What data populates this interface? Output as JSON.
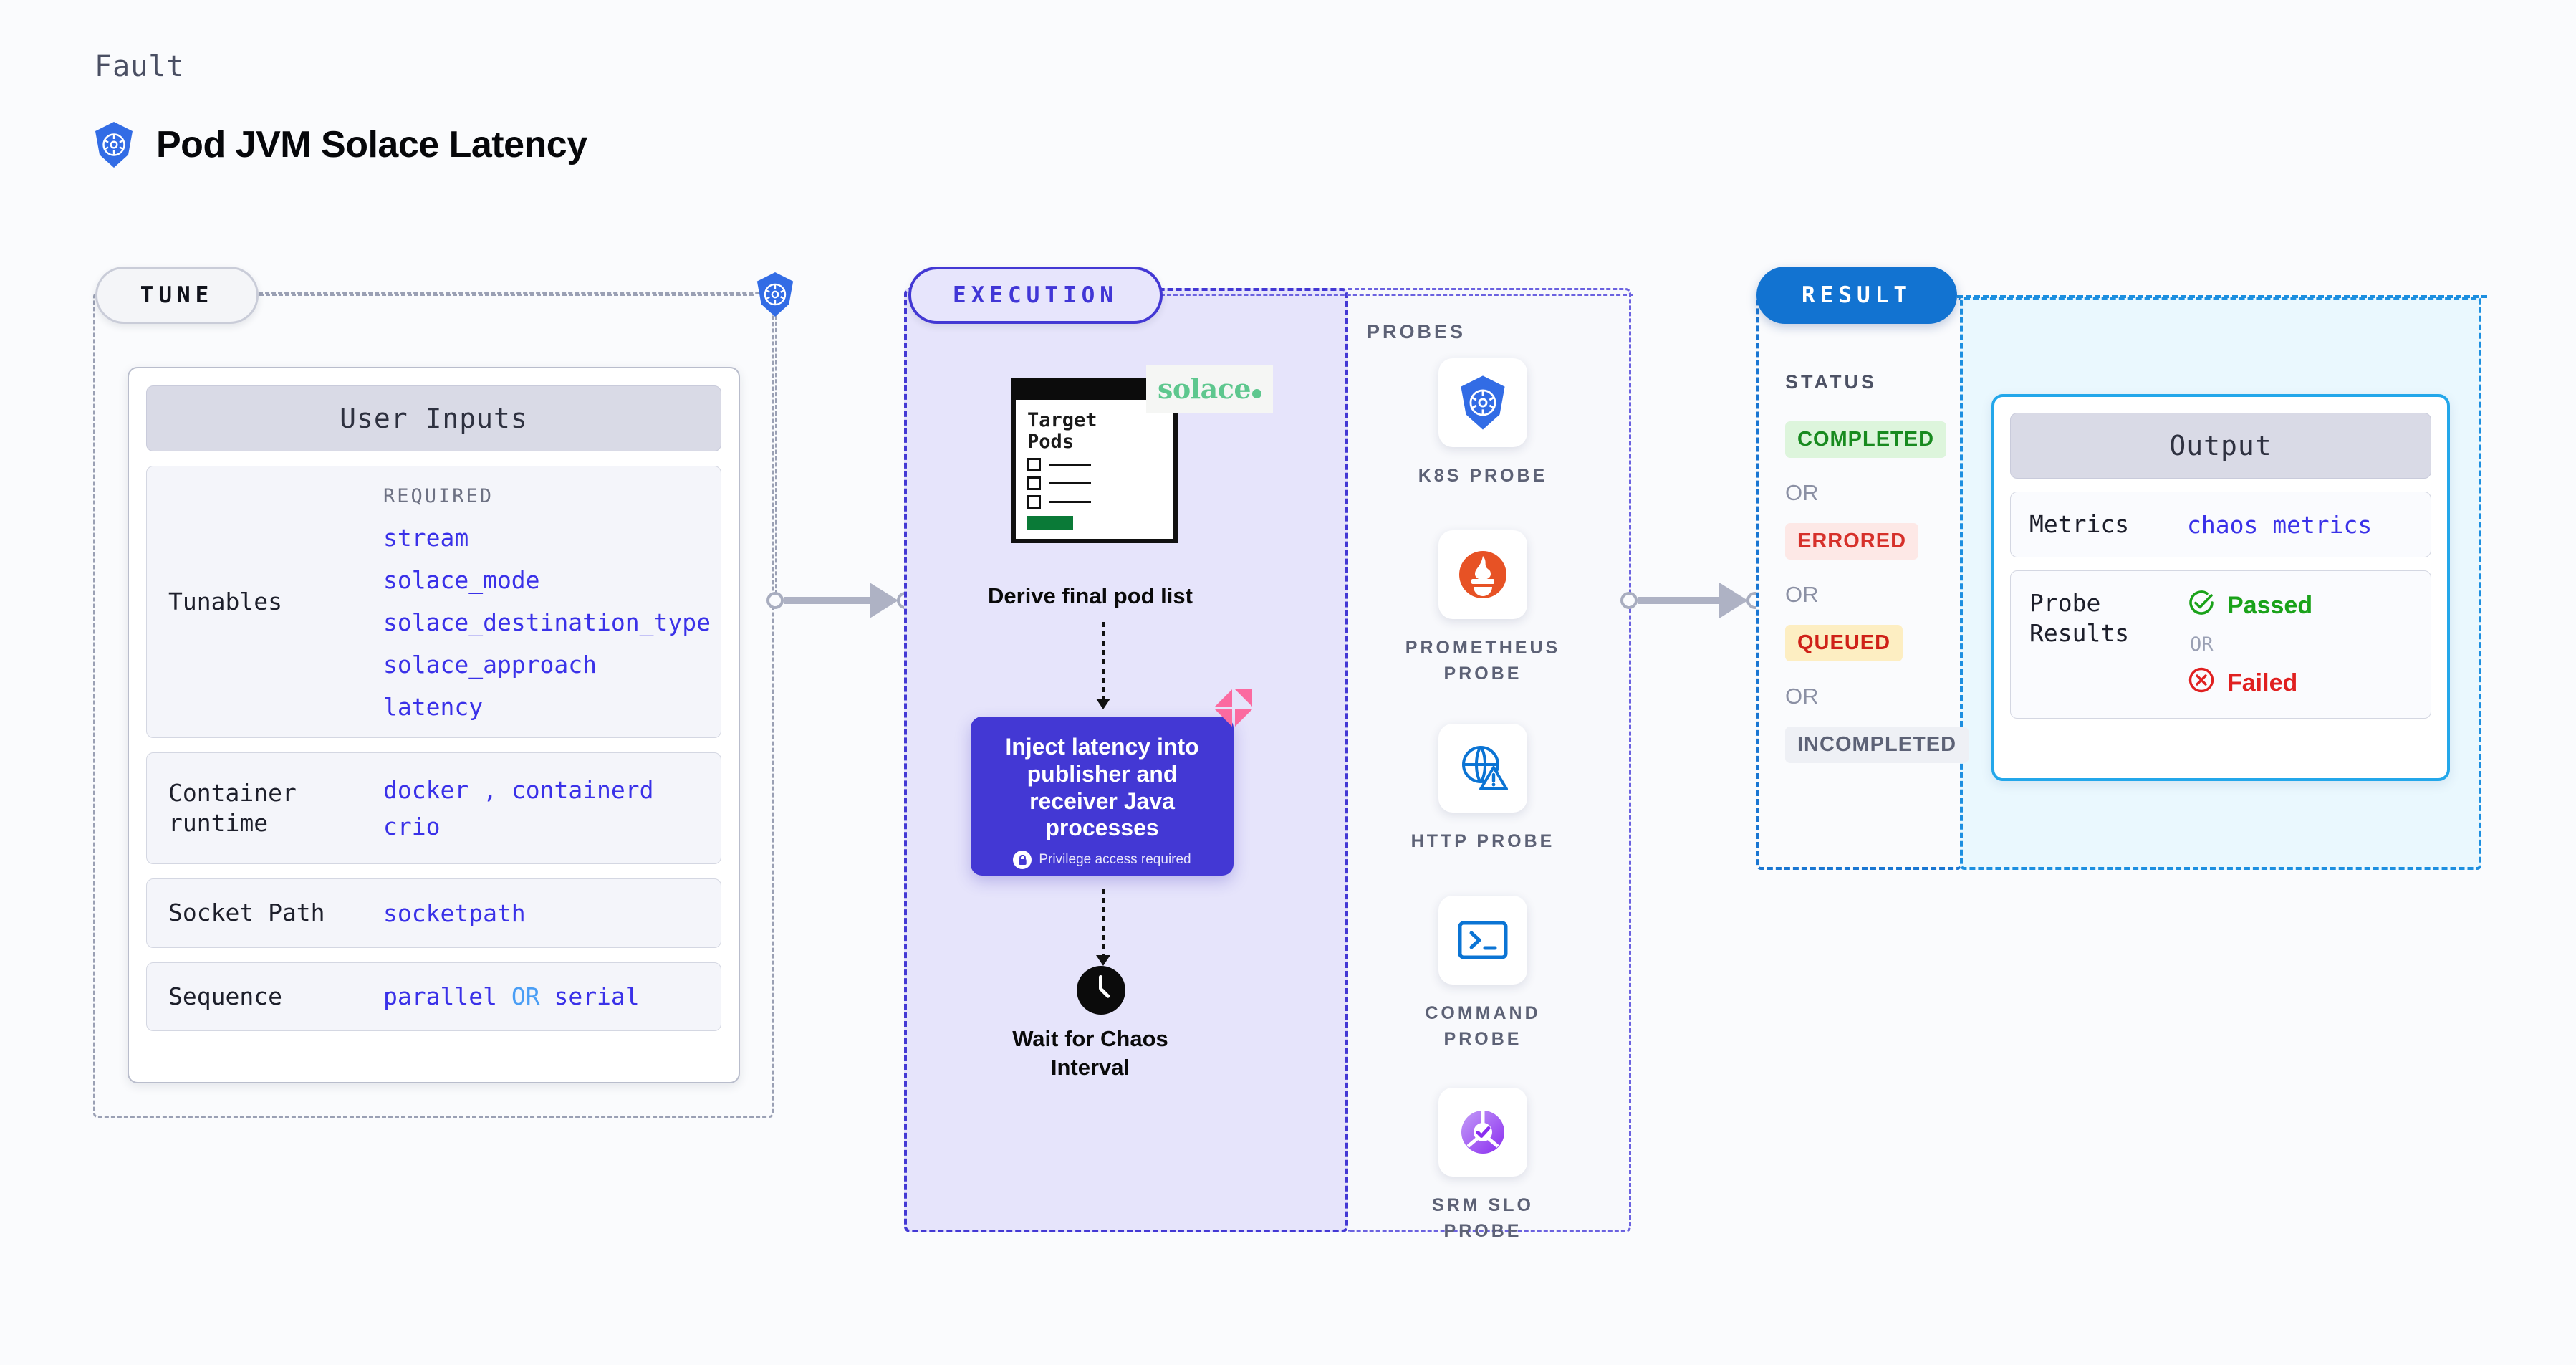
{
  "header": {
    "kicker": "Fault",
    "title": "Pod JVM Solace Latency",
    "logo_icon": "kubernetes-icon"
  },
  "tune": {
    "pill_label": "TUNE",
    "card_title": "User Inputs",
    "rows": [
      {
        "label": "Tunables",
        "required_header": "REQUIRED",
        "values": [
          "stream",
          "solace_mode",
          "solace_destination_type",
          "solace_approach",
          "latency"
        ]
      },
      {
        "label": "Container runtime",
        "values": [
          "docker",
          "containerd",
          "crio"
        ],
        "separator": ","
      },
      {
        "label": "Socket Path",
        "values": [
          "socketpath"
        ]
      },
      {
        "label": "Sequence",
        "values": [
          "parallel",
          "serial"
        ],
        "separator": "OR"
      }
    ]
  },
  "execution": {
    "pill_label": "EXECUTION",
    "pods_doc": {
      "title_line1": "Target",
      "title_line2": "Pods",
      "vendor_logo": "solace"
    },
    "derive_caption": "Derive final pod list",
    "inject_card": {
      "text": "Inject latency into publisher and receiver Java processes",
      "privilege_note": "Privilege access required",
      "lock_icon": "lock-icon",
      "corner_icon": "chaos-corner-icon"
    },
    "wait_caption": "Wait for Chaos Interval",
    "clock_icon": "clock-icon"
  },
  "probes": {
    "title": "PROBES",
    "items": [
      {
        "label": "K8S PROBE",
        "icon": "kubernetes-icon"
      },
      {
        "label": "PROMETHEUS PROBE",
        "icon": "prometheus-icon"
      },
      {
        "label": "HTTP PROBE",
        "icon": "globe-warning-icon"
      },
      {
        "label": "COMMAND PROBE",
        "icon": "terminal-icon"
      },
      {
        "label": "SRM SLO PROBE",
        "icon": "srm-slo-icon"
      }
    ]
  },
  "result": {
    "pill_label": "RESULT",
    "status_title": "STATUS",
    "or_label": "OR",
    "statuses": [
      {
        "label": "COMPLETED",
        "bg": "#ddf5dc",
        "fg": "#188a1f"
      },
      {
        "label": "ERRORED",
        "bg": "#fde8e6",
        "fg": "#d6302a"
      },
      {
        "label": "QUEUED",
        "bg": "#fdeec2",
        "fg": "#cf2118"
      },
      {
        "label": "INCOMPLETED",
        "bg": "#eef0f5",
        "fg": "#5d6276"
      }
    ],
    "output": {
      "card_title": "Output",
      "metrics_label": "Metrics",
      "metrics_value": "chaos metrics",
      "probe_results_label": "Probe Results",
      "passed_label": "Passed",
      "failed_label": "Failed",
      "or_label": "OR",
      "passed_icon": "check-circle-icon",
      "failed_icon": "x-circle-icon"
    }
  },
  "colors": {
    "accent_indigo": "#4338d4",
    "accent_blue": "#1273d1",
    "accent_cyan": "#23a7ea",
    "value_blue": "#3a31e8",
    "pass_green": "#1aa21a",
    "fail_red": "#e02020",
    "solace_green": "#5ec78e",
    "chaos_pink": "#fb6aa0"
  }
}
